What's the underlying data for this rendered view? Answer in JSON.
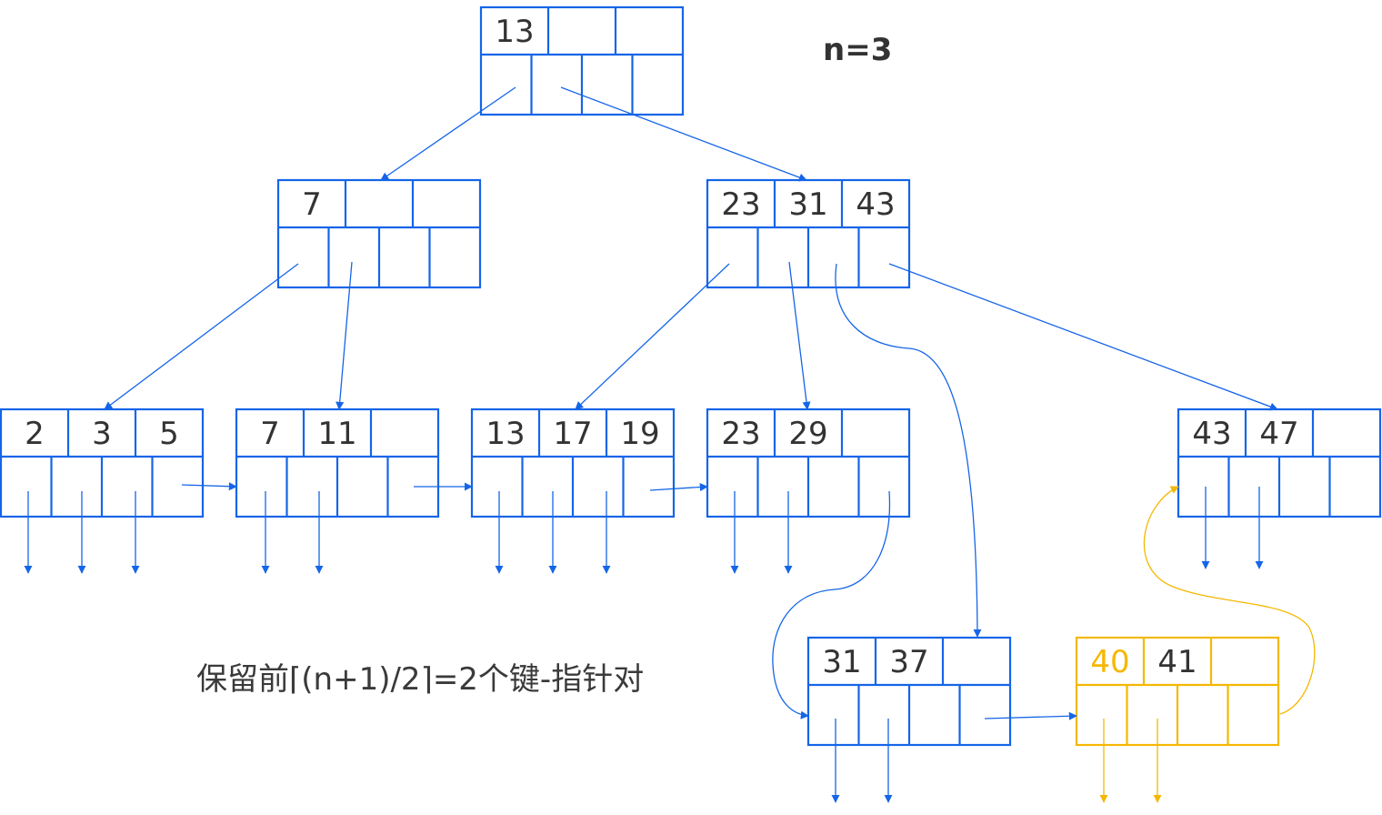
{
  "title": "n=3",
  "caption": "保留前⌈(n+1)/2⌉=2个键-指针对",
  "colors": {
    "node": "#1565e8",
    "highlight": "#f5b800",
    "text": "#333333"
  },
  "nodes": {
    "root": {
      "keys": [
        "13",
        "",
        ""
      ]
    },
    "i1": {
      "keys": [
        "7",
        "",
        ""
      ]
    },
    "i2": {
      "keys": [
        "23",
        "31",
        "43"
      ]
    },
    "l1": {
      "keys": [
        "2",
        "3",
        "5"
      ]
    },
    "l2": {
      "keys": [
        "7",
        "11",
        ""
      ]
    },
    "l3": {
      "keys": [
        "13",
        "17",
        "19"
      ]
    },
    "l4": {
      "keys": [
        "23",
        "29",
        ""
      ]
    },
    "l5": {
      "keys": [
        "43",
        "47",
        ""
      ]
    },
    "split": {
      "keys": [
        "31",
        "37",
        ""
      ]
    },
    "new": {
      "keys": [
        "40",
        "41",
        ""
      ]
    }
  }
}
